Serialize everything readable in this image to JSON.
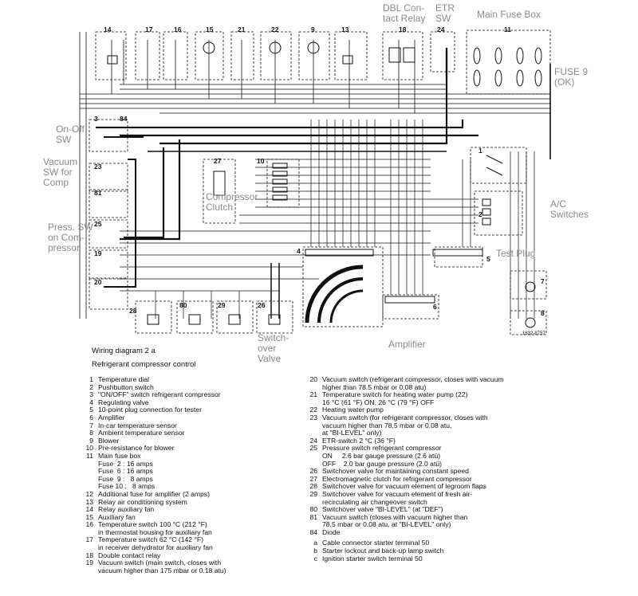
{
  "annotations": {
    "dbl_contact_relay": "DBL Con-\ntact Relay",
    "etr_sw": "ETR\nSW",
    "main_fuse_box": "Main Fuse Box",
    "fuse9": "FUSE 9\n(OK)",
    "onoff_sw": "On-Off\nSW",
    "vacuum_sw": "Vacuum\nSW for\nComp",
    "compressor_clutch": "Compressor\nClutch",
    "ac_switches": "A/C\nSwitches",
    "press_sw": "Press. SW\non Com-\npressor",
    "test_plug": "Test Plug",
    "switchover_valve": "Switch-\nover\nValve",
    "amplifier": "Amplifier"
  },
  "component_numbers": {
    "top": [
      "14",
      "17",
      "16",
      "15",
      "21",
      "22",
      "9",
      "13",
      "18",
      "24",
      "11"
    ],
    "left": [
      "3",
      "84",
      "23",
      "81",
      "25",
      "19",
      "20"
    ],
    "middle": [
      "27",
      "10",
      "4",
      "1",
      "2",
      "5",
      "6",
      "7",
      "8"
    ],
    "bottom": [
      "28",
      "80",
      "29",
      "26"
    ]
  },
  "drawing_ref": "1832-8757",
  "legend": {
    "title": "Wiring diagram 2 a",
    "subtitle": "Refrigerant compressor control",
    "left_items": [
      {
        "k": "1",
        "v": "Temperature dial"
      },
      {
        "k": "2",
        "v": "Pushbutton switch"
      },
      {
        "k": "3",
        "v": "\"ON/OFF\" switch refrigerant compressor"
      },
      {
        "k": "4",
        "v": "Regulating valve"
      },
      {
        "k": "5",
        "v": "10-point plug connection for tester"
      },
      {
        "k": "6",
        "v": "Amplifier"
      },
      {
        "k": "7",
        "v": "In-car temperature sensor"
      },
      {
        "k": "8",
        "v": "Ambient temperature sensor"
      },
      {
        "k": "9",
        "v": "Blower"
      },
      {
        "k": "10",
        "v": "Pre-resistance for blower"
      },
      {
        "k": "11",
        "v": "Main fuse box"
      },
      {
        "k": "",
        "v": "Fuse  2 : 16 amps"
      },
      {
        "k": "",
        "v": "Fuse  6 : 16 amps"
      },
      {
        "k": "",
        "v": "Fuse  9 :   8 amps"
      },
      {
        "k": "",
        "v": "Fuse 10 :   8 amps"
      },
      {
        "k": "12",
        "v": "Additional fuse for amplifier (2 amps)"
      },
      {
        "k": "13",
        "v": "Relay air conditioning system"
      },
      {
        "k": "14",
        "v": "Relay auxiliary fan"
      },
      {
        "k": "15",
        "v": "Auxiliary fan"
      },
      {
        "k": "16",
        "v": "Temperature switch 100 °C (212 °F)\nin thermostat housing for auxiliary fan"
      },
      {
        "k": "17",
        "v": "Temperature switch 62 °C (142 °F)\nin receiver dehydrator for auxiliary fan"
      },
      {
        "k": "18",
        "v": "Double contact relay"
      },
      {
        "k": "19",
        "v": "Vacuum switch (main switch, closes with\nvacuum higher than 175 mbar or 0.18 atu)"
      }
    ],
    "right_items": [
      {
        "k": "20",
        "v": "Vacuum switch (refrigerant compressor, closes with vacuum\nhigher than 78.5 mbar or 0.08 atu)"
      },
      {
        "k": "21",
        "v": "Temperature switch for heating water pump (22)\n16 °C (61 °F) ON, 26 °C (79 °F) OFF"
      },
      {
        "k": "22",
        "v": "Heating water pump"
      },
      {
        "k": "23",
        "v": "Vacuum switch (for refrigerant compressor, closes with\nvacuum higher than 78.5 mbar or 0.08 atu,\nat \"BI-LEVEL\" only)"
      },
      {
        "k": "24",
        "v": "ETR-switch 2 °C (36 °F)"
      },
      {
        "k": "25",
        "v": "Pressure switch refrigerant compressor\nON     2.6 bar gauge pressure (2.6 atü)\nOFF    2.0 bar gauge pressure (2.0 atü)"
      },
      {
        "k": "26",
        "v": "Switchover valve for maintaining constant speed"
      },
      {
        "k": "27",
        "v": "Electromagnetic clutch for refrigerant compressor"
      },
      {
        "k": "28",
        "v": "Switchover valve for vacuum element of legroom flaps"
      },
      {
        "k": "29",
        "v": "Switchover valve for vacuum element of fresh air-\nrecirculating air changeover switch"
      },
      {
        "k": "80",
        "v": "Switchover valve \"BI-LEVEL\" (at \"DEF\")"
      },
      {
        "k": "81",
        "v": "Vacuum switch (closes with vacuum higher than\n78.5 mbar or 0.08 atu, at \"BI-LEVEL\" only)"
      },
      {
        "k": "84",
        "v": "Diode"
      },
      {
        "k": "",
        "v": ""
      },
      {
        "k": "a",
        "v": "Cable connector starter terminal 50"
      },
      {
        "k": "b",
        "v": "Starter lockout and back-up lamp switch"
      },
      {
        "k": "c",
        "v": "Ignition starter switch terminal 50"
      }
    ]
  }
}
